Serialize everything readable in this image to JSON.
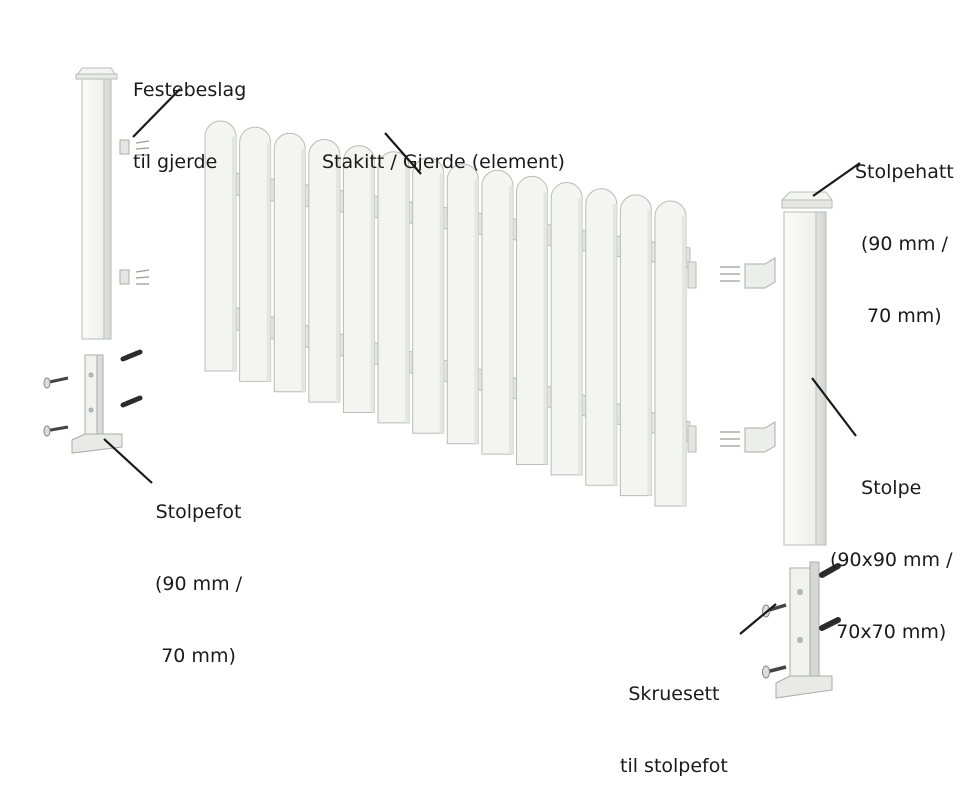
{
  "labels": {
    "festebeslag": [
      "Festebeslag",
      "til gjerde"
    ],
    "stakitt": [
      "Stakitt / Gjerde (element)"
    ],
    "stolpehatt": [
      "Stolpehatt",
      "(90 mm /",
      "70 mm)"
    ],
    "stolpefot": [
      "Stolpefot",
      "(90 mm /",
      "70 mm)"
    ],
    "stolpe": [
      "Stolpe",
      "(90x90 mm /",
      "70x70 mm)"
    ],
    "skruesett": [
      "Skruesett",
      "til stolpefot"
    ]
  },
  "colors": {
    "part_fill": "#f3f4f2",
    "part_shade": "#dfe1de",
    "part_edge": "#b9bcb8",
    "screw": "#2b2b2b",
    "leader": "#1a1a1a"
  }
}
